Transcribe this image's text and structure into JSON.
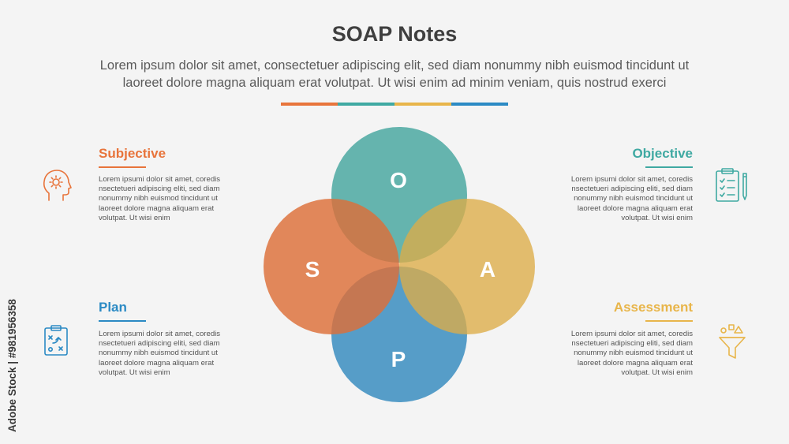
{
  "header": {
    "title": "SOAP Notes",
    "subtitle_line1": "Lorem ipsum dolor sit amet, consectetuer adipiscing elit, sed diam nonummy nibh euismod tincidunt ut",
    "subtitle_line2": "laoreet dolore magna aliquam erat volutpat. Ut wisi enim ad minim veniam, quis nostrud exerci"
  },
  "colors": {
    "subjective": "#e8743b",
    "objective": "#3fa9a2",
    "assessment": "#e8b54a",
    "plan": "#2b8ac4"
  },
  "sections": {
    "subjective": {
      "heading": "Subjective",
      "icon": "head-gear-icon",
      "lines": [
        "Lorem ipsumi dolor sit amet, coredis",
        "nsectetueri adipiscing eliti, sed diam",
        "nonummy nibh euismod tincidunt ut",
        "laoreet dolore magna aliquam erat",
        "volutpat. Ut wisi enim"
      ]
    },
    "objective": {
      "heading": "Objective",
      "icon": "clipboard-checklist-icon",
      "lines": [
        "Lorem ipsumi dolor sit amet, coredis",
        "nsectetueri adipiscing eliti, sed diam",
        "nonummy nibh euismod tincidunt ut",
        "laoreet dolore magna aliquam erat",
        "volutpat. Ut wisi enim"
      ]
    },
    "plan": {
      "heading": "Plan",
      "icon": "strategy-board-icon",
      "lines": [
        "Lorem ipsumi dolor sit amet, coredis",
        "nsectetueri adipiscing eliti, sed diam",
        "nonummy nibh euismod tincidunt ut",
        "laoreet dolore magna aliquam erat",
        "volutpat. Ut wisi enim"
      ]
    },
    "assessment": {
      "heading": "Assessment",
      "icon": "funnel-shapes-icon",
      "lines": [
        "Lorem ipsumi dolor sit amet, coredis",
        "nsectetueri adipiscing eliti, sed diam",
        "nonummy nibh euismod tincidunt ut",
        "laoreet dolore magna aliquam erat",
        "volutpat. Ut wisi enim"
      ]
    }
  },
  "diagram": {
    "letters": {
      "s": "S",
      "o": "O",
      "a": "A",
      "p": "P"
    }
  },
  "credit": "Adobe Stock | #981956358"
}
